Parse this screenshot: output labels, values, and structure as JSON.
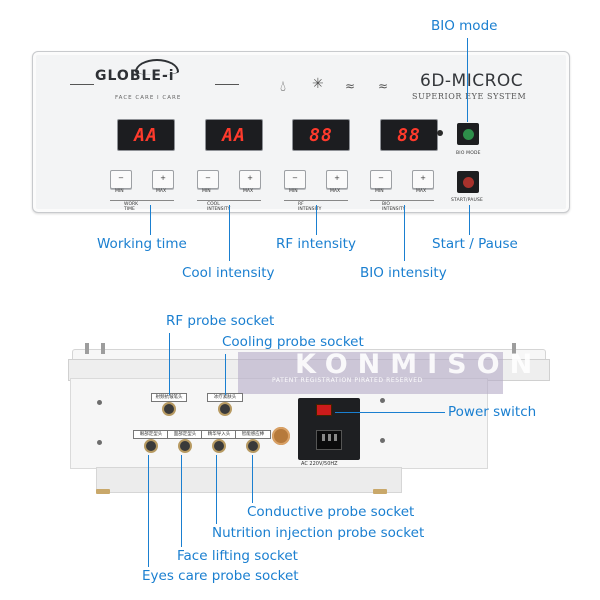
{
  "panel": {
    "logo_text": "GLOBLE-i",
    "logo_tagline": "FACE CARE I CARE",
    "brand": "6D-MICROC",
    "brand_sub": "SUPERIOR EYE SYSTEM",
    "displays": [
      "AA",
      "AA",
      "88",
      "88"
    ],
    "bio_mode_label": "BIO MODE",
    "start_label": "START/PAUSE",
    "groups": [
      {
        "label": "WORK TIME",
        "minus": "−",
        "plus": "+",
        "min": "MIN",
        "max": "MAX"
      },
      {
        "label": "COOL INTENSITY",
        "minus": "−",
        "plus": "+",
        "min": "MIN",
        "max": "MAX"
      },
      {
        "label": "RF INTENSITY",
        "minus": "−",
        "plus": "+",
        "min": "MIN",
        "max": "MAX"
      },
      {
        "label": "BIO INTENSITY",
        "minus": "−",
        "plus": "+",
        "min": "MIN",
        "max": "MAX"
      }
    ],
    "mode_icons": [
      "drop-icon",
      "snowflake-icon",
      "wave-icon",
      "wave-icon"
    ]
  },
  "callouts": {
    "bio_mode": "BIO mode",
    "working_time": "Working time",
    "cool_intensity": "Cool intensity",
    "rf_intensity": "RF intensity",
    "bio_intensity": "BIO intensity",
    "start_pause": "Start / Pause",
    "rf_probe_socket": "RF probe socket",
    "cooling_probe_socket": "Cooling probe socket",
    "power_switch": "Power switch",
    "conductive_probe_socket": "Conductive probe socket",
    "nutrition_injection_probe_socket": "Nutrition injection probe socket",
    "face_lifting_socket": "Face lifting socket",
    "eyes_care_probe_socket": "Eyes care probe socket"
  },
  "device": {
    "watermark": "KONMISON",
    "watermark_sub": "PATENT REGISTRATION PIRATED RESERVED",
    "ac_label": "AC 220V/50HZ",
    "socket_tags_top": [
      "射频抗皱笔头",
      "冰疗紧肤头"
    ],
    "socket_tags_bottom": [
      "眼部定型头",
      "面部定型头",
      "精华导入头",
      "智能感应棒"
    ]
  },
  "colors": {
    "callout": "#1a7fd0",
    "display_digits": "#ff3a2c",
    "bio_button": "#2e8f4a",
    "start_button": "#a8322c"
  }
}
